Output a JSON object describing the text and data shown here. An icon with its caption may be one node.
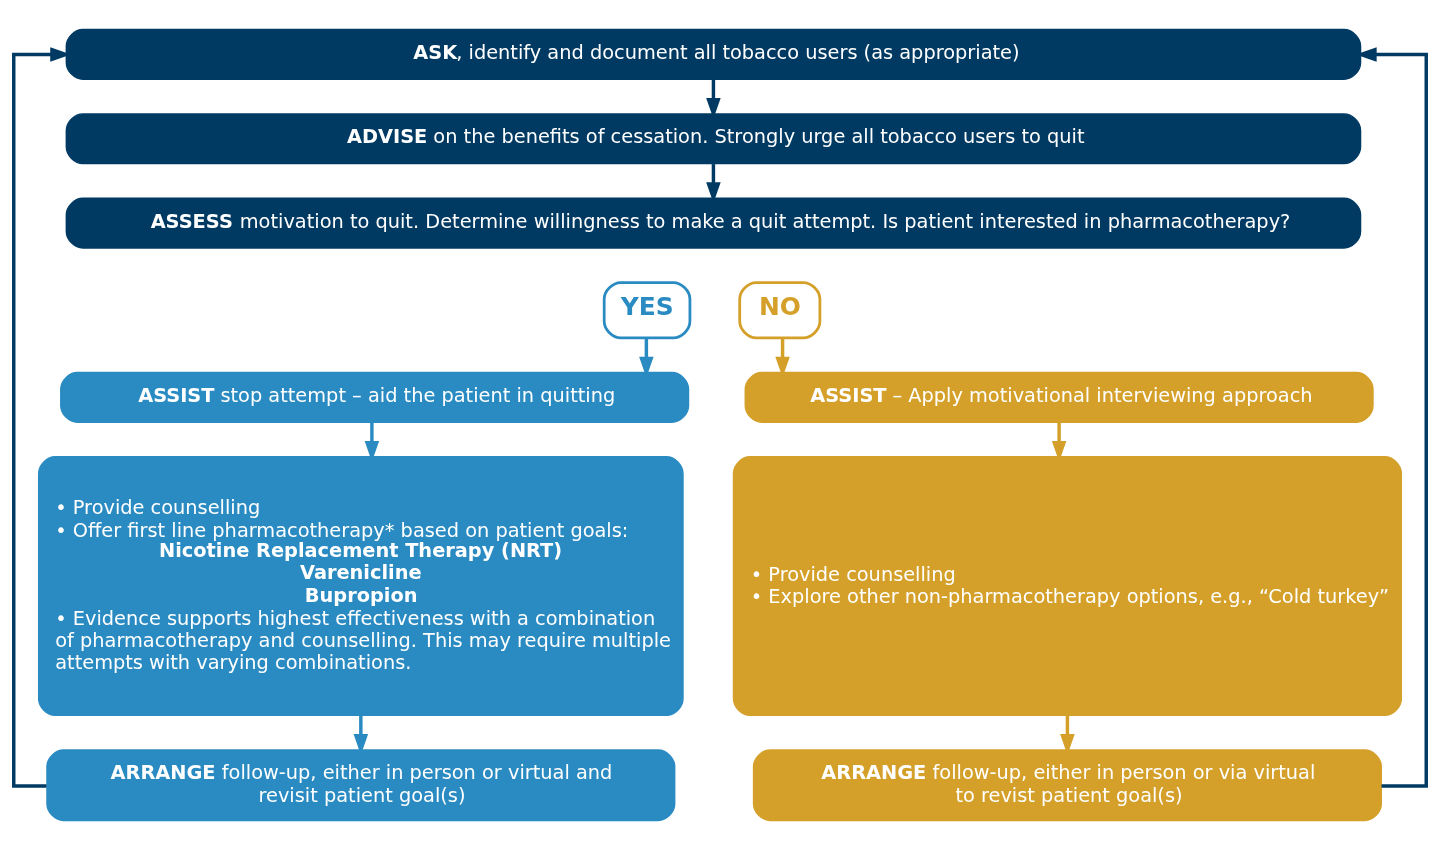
{
  "diagram": {
    "nodes": [
      {
        "text": [
          "**ASK**, identify and document all tobacco users (as appropriate)"
        ]
      },
      {
        "text": [
          "**ADVISE** on the benefits of cessation. Strongly urge all tobacco users to quit"
        ]
      },
      {
        "text": [
          "**ASSESS** motivation to quit. Determine willingness to make a quit attempt. Is patient interested in pharmacotherapy?"
        ]
      },
      {
        "text": [
          "YES"
        ]
      },
      {
        "text": [
          "NO"
        ]
      },
      {
        "text": [
          "**ASSIST** stop attempt – aid the patient in quitting"
        ]
      },
      {
        "text": [
          "• Provide counselling",
          "• Offer first line pharmacotherapy* based on patient goals:",
          "**Nicotine Replacement Therapy (NRT)**",
          "**Varenicline**",
          "**Bupropion**",
          "• Evidence supports highest effectiveness with a combination of pharmacotherapy and counselling. This may require multiple attempts with varying combinations."
        ]
      },
      {
        "text": [
          "**ARRANGE** follow-up, either in person or virtual and revisit patient goal(s)"
        ]
      },
      {
        "text": [
          "**ASSIST** – Apply motivational interviewing approach"
        ]
      },
      {
        "text": [
          "• Provide counselling",
          "• Explore other non-pharmacotherapy options, e.g., “Cold turkey”"
        ]
      },
      {
        "text": [
          "**ARRANGE** follow-up, either in person or via virtual to revist patient goal(s)"
        ]
      }
    ],
    "edges": [
      {
        "from": 0,
        "to": 1,
        "arrow": "to",
        "color": "#003a63"
      },
      {
        "from": 1,
        "to": 2,
        "arrow": "to",
        "color": "#003a63"
      },
      {
        "from": 3,
        "to": 5,
        "arrow": "to",
        "color": "#2a8bc2"
      },
      {
        "from": 5,
        "to": 6,
        "arrow": "to",
        "color": "#2a8bc2"
      },
      {
        "from": 6,
        "to": 7,
        "arrow": "to",
        "color": "#2a8bc2"
      },
      {
        "from": 4,
        "to": 8,
        "arrow": "to",
        "color": "#d4a02a"
      },
      {
        "from": 8,
        "to": 9,
        "arrow": "to",
        "color": "#d4a02a"
      },
      {
        "from": 9,
        "to": 10,
        "arrow": "to",
        "color": "#d4a02a"
      },
      {
        "from": 7,
        "to": 0,
        "arrow": "to",
        "color": "#003a63"
      },
      {
        "from": 10,
        "to": 0,
        "arrow": "to",
        "color": "#003a63"
      }
    ]
  }
}
